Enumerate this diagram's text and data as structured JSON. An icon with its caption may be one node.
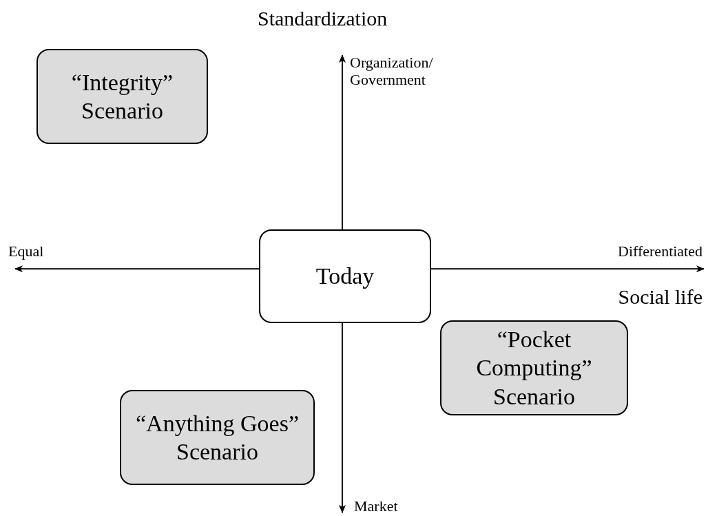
{
  "diagram": {
    "nodes": [
      {
        "text": [
          "Today"
        ]
      },
      {
        "text": [
          "“Integrity” Scenario"
        ]
      },
      {
        "text": [
          "“Pocket Computing” Scenario"
        ]
      },
      {
        "text": [
          "“Anything Goes” Scenario"
        ]
      },
      {
        "text": [
          "Organization/ Government"
        ]
      },
      {
        "text": [
          "Equal"
        ]
      },
      {
        "text": [
          "Differentiated"
        ]
      },
      {
        "text": [
          "Market"
        ]
      }
    ],
    "edges": [
      {
        "from": 0,
        "to": 4,
        "arrow": "to"
      },
      {
        "from": 0,
        "to": 5,
        "arrow": "to"
      },
      {
        "from": 0,
        "to": 6,
        "arrow": "to"
      },
      {
        "from": 0,
        "to": 7,
        "arrow": "to"
      }
    ],
    "labels": [
      "Standardization",
      "Social life"
    ]
  }
}
